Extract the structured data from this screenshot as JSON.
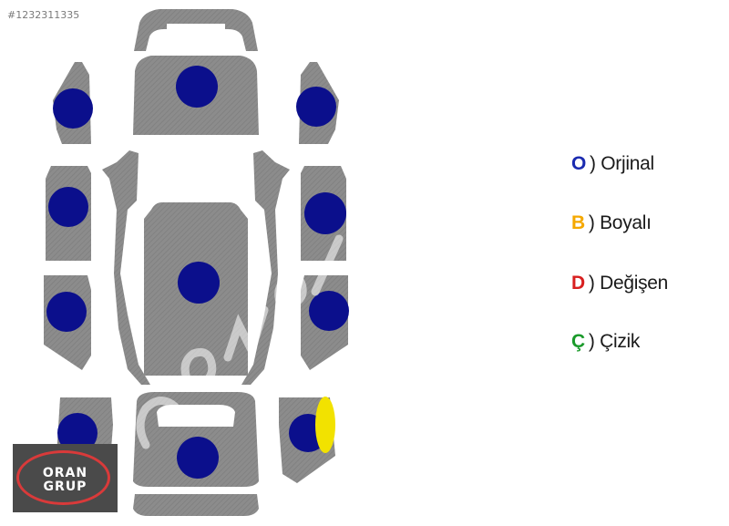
{
  "listing_id": "#1232311335",
  "colors": {
    "panel": "#8a8a8a",
    "dot_original": "#0b0f8c",
    "dot_painted": "#f2e200",
    "code_original": "#1b2bb0",
    "code_painted": "#f5a800",
    "code_changed": "#d81f1f",
    "code_scratched": "#1a9a2a"
  },
  "legend": [
    {
      "code": "O",
      "label": ") Orjinal",
      "color": "#1b2bb0"
    },
    {
      "code": "B",
      "label": ") Boyalı",
      "color": "#f5a800"
    },
    {
      "code": "D",
      "label": ") Değişen",
      "color": "#d81f1f"
    },
    {
      "code": "Ç",
      "label": ") Çizik",
      "color": "#1a9a2a"
    }
  ],
  "panels": [
    {
      "part": "front-bumper",
      "status": "none"
    },
    {
      "part": "hood",
      "status": "original"
    },
    {
      "part": "front-left-fender",
      "status": "original"
    },
    {
      "part": "front-right-fender",
      "status": "original"
    },
    {
      "part": "front-left-door",
      "status": "original"
    },
    {
      "part": "front-right-door",
      "status": "original"
    },
    {
      "part": "roof",
      "status": "original"
    },
    {
      "part": "rear-left-door",
      "status": "original"
    },
    {
      "part": "rear-right-door",
      "status": "original"
    },
    {
      "part": "rear-left-fender",
      "status": "original"
    },
    {
      "part": "rear-right-fender",
      "status": "original",
      "edge_mark": "painted"
    },
    {
      "part": "trunk",
      "status": "original"
    },
    {
      "part": "rear-bumper",
      "status": "none"
    }
  ],
  "logo": {
    "line1": "ORAN",
    "line2": "GRUP"
  }
}
